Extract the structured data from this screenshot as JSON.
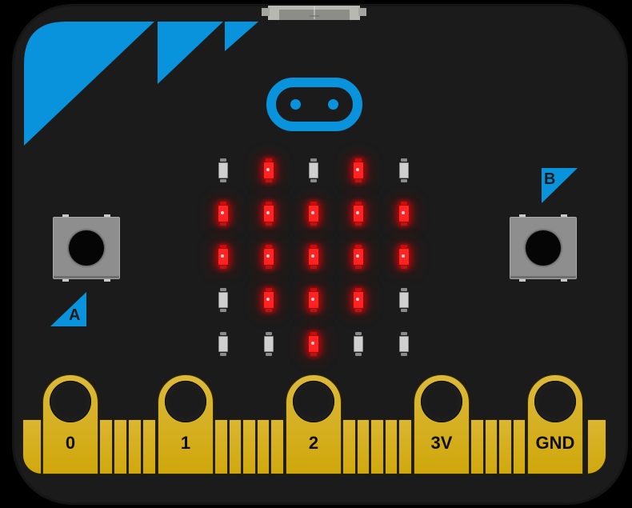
{
  "device": {
    "name": "micro:bit",
    "board_color": "#1b1b1b",
    "accent_color": "#0a93dd",
    "gold_color": "#d4ad18"
  },
  "usb_connector": {
    "icon": "usb-connector-icon"
  },
  "logo": {
    "icon": "microbit-logo-icon"
  },
  "led_matrix": {
    "on_color": "#ff2424",
    "off_color": "#cfcfcf",
    "rows": [
      [
        0,
        1,
        0,
        1,
        0
      ],
      [
        1,
        1,
        1,
        1,
        1
      ],
      [
        1,
        1,
        1,
        1,
        1
      ],
      [
        0,
        1,
        1,
        1,
        0
      ],
      [
        0,
        0,
        1,
        0,
        0
      ]
    ],
    "pattern": "heart"
  },
  "buttons": {
    "a": {
      "label": "A"
    },
    "b": {
      "label": "B"
    }
  },
  "edge_connector": {
    "pins": [
      {
        "label": "0"
      },
      {
        "label": "1"
      },
      {
        "label": "2"
      },
      {
        "label": "3V"
      },
      {
        "label": "GND"
      }
    ]
  }
}
